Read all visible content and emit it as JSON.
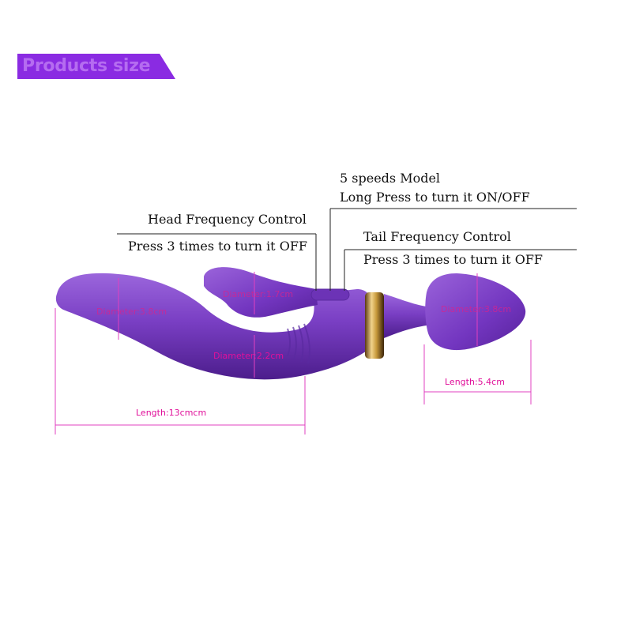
{
  "banner": {
    "title": "Products size"
  },
  "callouts": {
    "head_control_title": "Head Frequency Control",
    "head_control_desc": "Press 3 times to turn it OFF",
    "speeds_title": "5 speeds Model",
    "speeds_desc": "Long Press to turn it ON/OFF",
    "tail_control_title": "Tail Frequency Control",
    "tail_control_desc": "Press 3 times to turn it OFF"
  },
  "dimensions": {
    "head_diameter": "Diameter:3.8cm",
    "clitoral_arm_diameter": "Diameter:1.7cm",
    "shaft_diameter": "Diameter:2.2cm",
    "wand_head_diameter": "Diameter:3.8cm",
    "wand_head_length": "Length:5.4cm",
    "insertable_length": "Length:13cmcm"
  },
  "colors": {
    "banner": "#8a2be2",
    "product": "#7a3fc4",
    "dimension_text": "#e0109a",
    "dimension_line": "#e040c0",
    "accent_ring": "#d9b45a"
  }
}
